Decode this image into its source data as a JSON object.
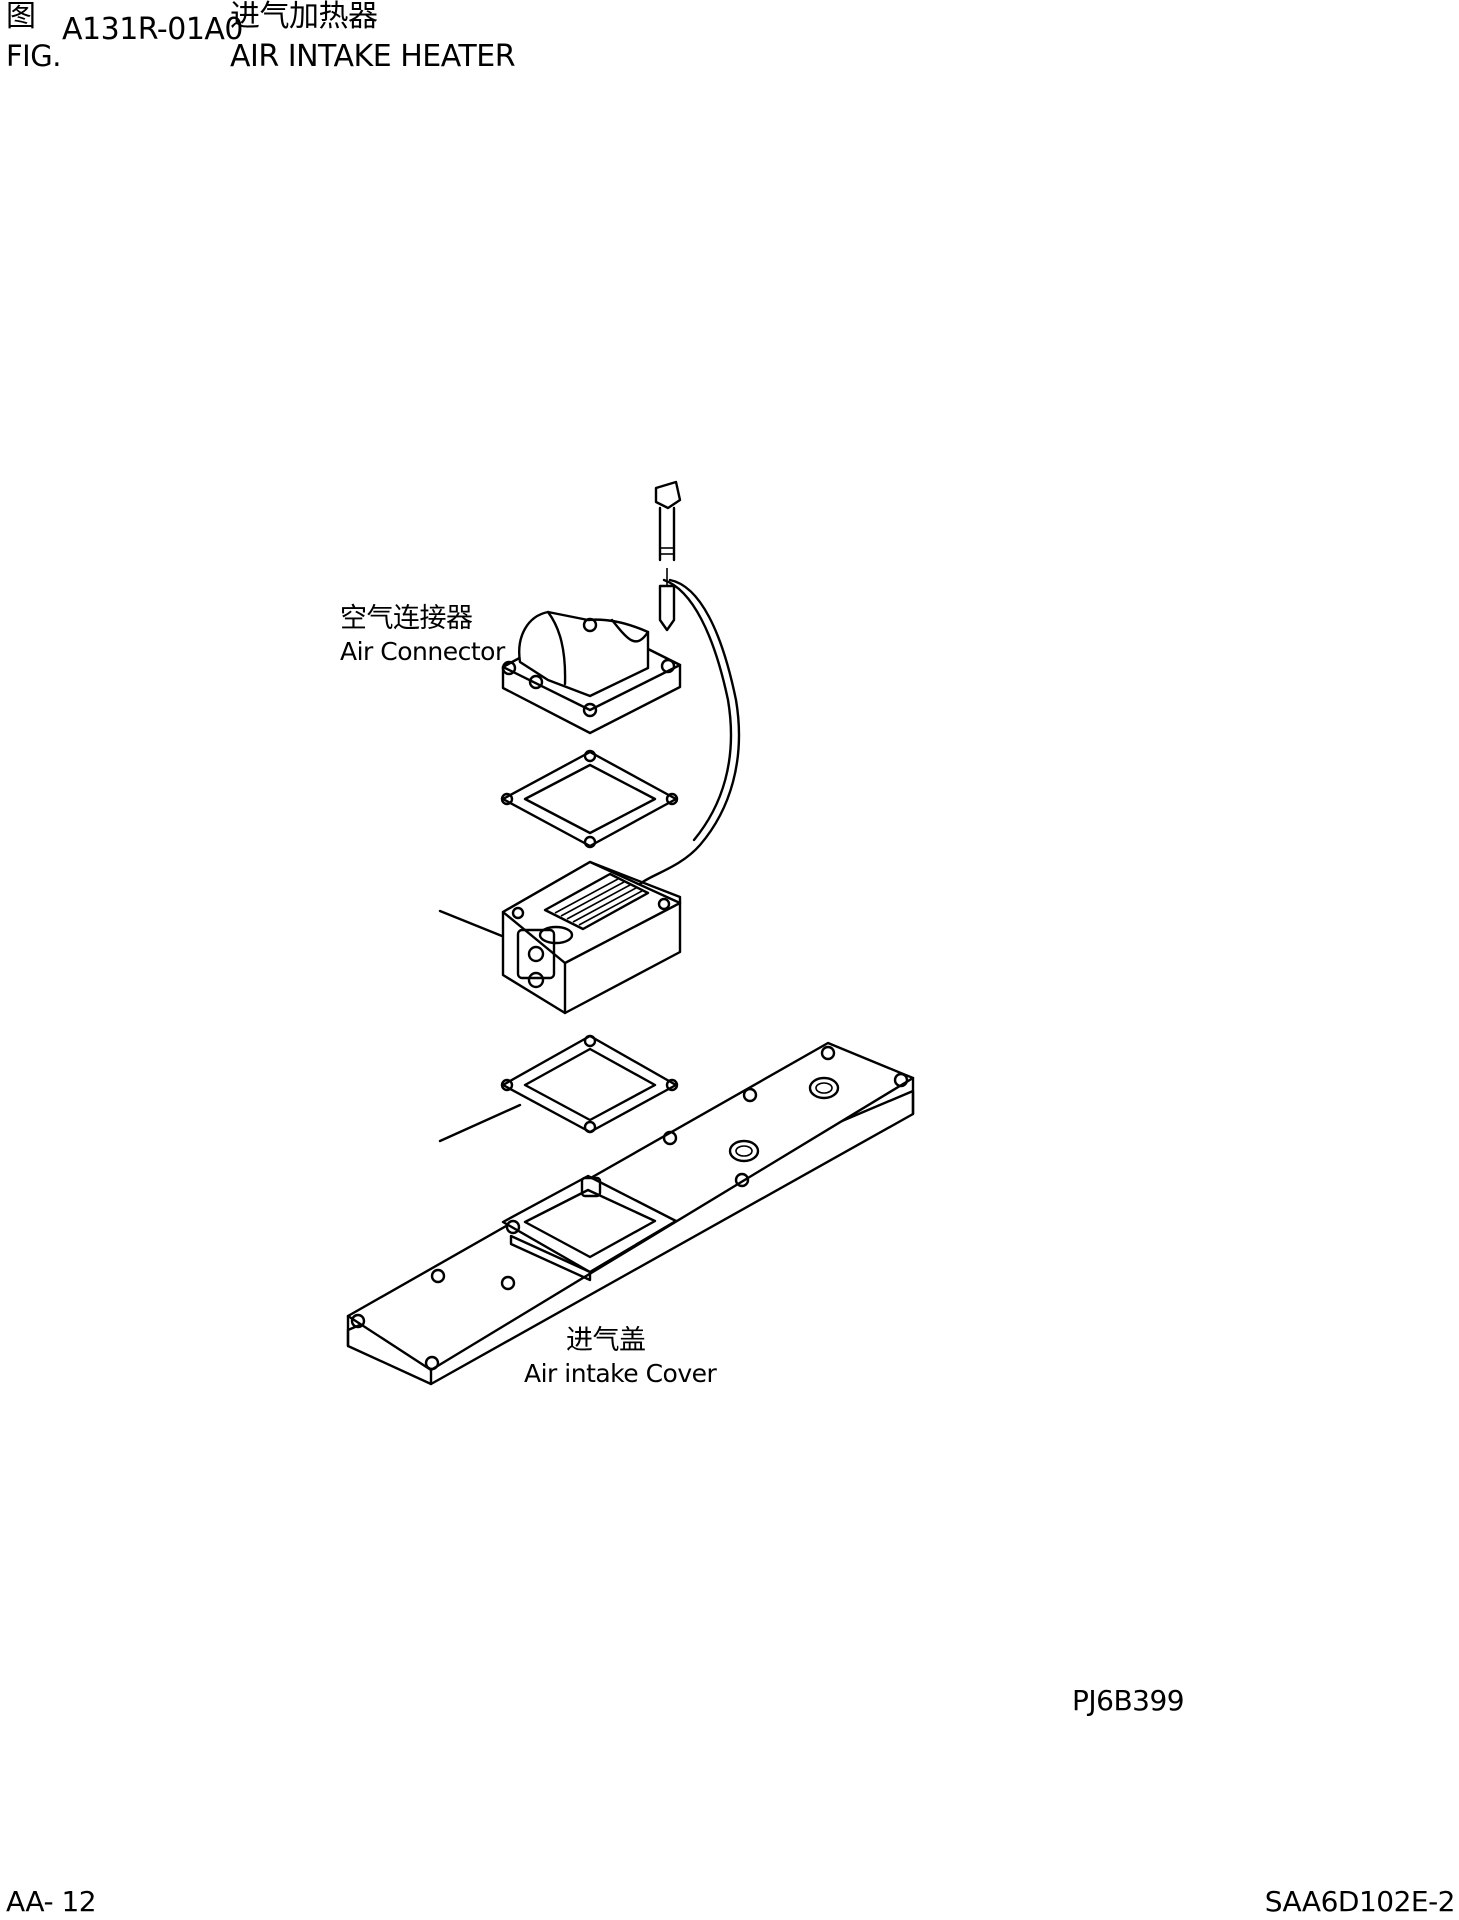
{
  "header": {
    "fig_cn": "图",
    "fig_en": "FIG.",
    "fig_number": "A131R-01A0",
    "title_cn": "进气加热器",
    "title_en": "AIR INTAKE HEATER"
  },
  "labels": {
    "connector_cn": "空气连接器",
    "connector_en": "Air Connector",
    "cover_cn": "进气盖",
    "cover_en": "Air intake Cover"
  },
  "drawing_code": "PJ6B399",
  "footer": {
    "page": "AA- 12",
    "model": "SAA6D102E-2"
  },
  "parts": [
    "bolt",
    "wire",
    "air-connector",
    "gasket-upper",
    "heater",
    "gasket-lower",
    "air-intake-cover"
  ]
}
